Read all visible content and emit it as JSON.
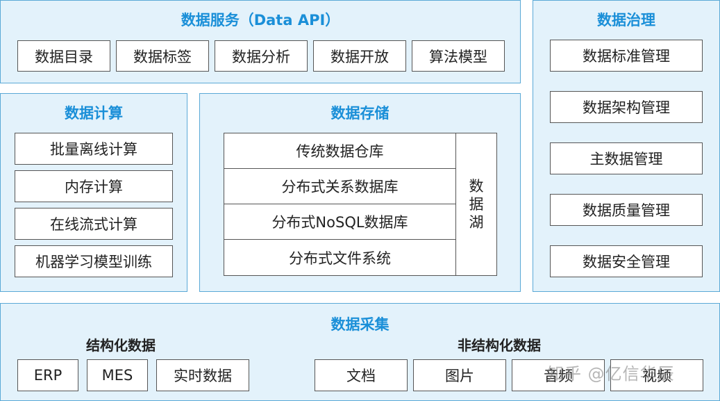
{
  "service": {
    "title": "数据服务（Data API）",
    "items": [
      "数据目录",
      "数据标签",
      "数据分析",
      "数据开放",
      "算法模型"
    ]
  },
  "governance": {
    "title": "数据治理",
    "items": [
      "数据标准管理",
      "数据架构管理",
      "主数据管理",
      "数据质量管理",
      "数据安全管理"
    ]
  },
  "compute": {
    "title": "数据计算",
    "items": [
      "批量离线计算",
      "内存计算",
      "在线流式计算",
      "机器学习模型训练"
    ]
  },
  "storage": {
    "title": "数据存储",
    "items": [
      "传统数据仓库",
      "分布式关系数据库",
      "分布式NoSQL数据库",
      "分布式文件系统"
    ],
    "lake": "数据湖"
  },
  "collection": {
    "title": "数据采集",
    "structured": {
      "title": "结构化数据",
      "items": [
        "ERP",
        "MES",
        "实时数据"
      ]
    },
    "unstructured": {
      "title": "非结构化数据",
      "items": [
        "文档",
        "图片",
        "音频",
        "视频"
      ]
    }
  },
  "watermark": "知乎 @亿信华辰"
}
